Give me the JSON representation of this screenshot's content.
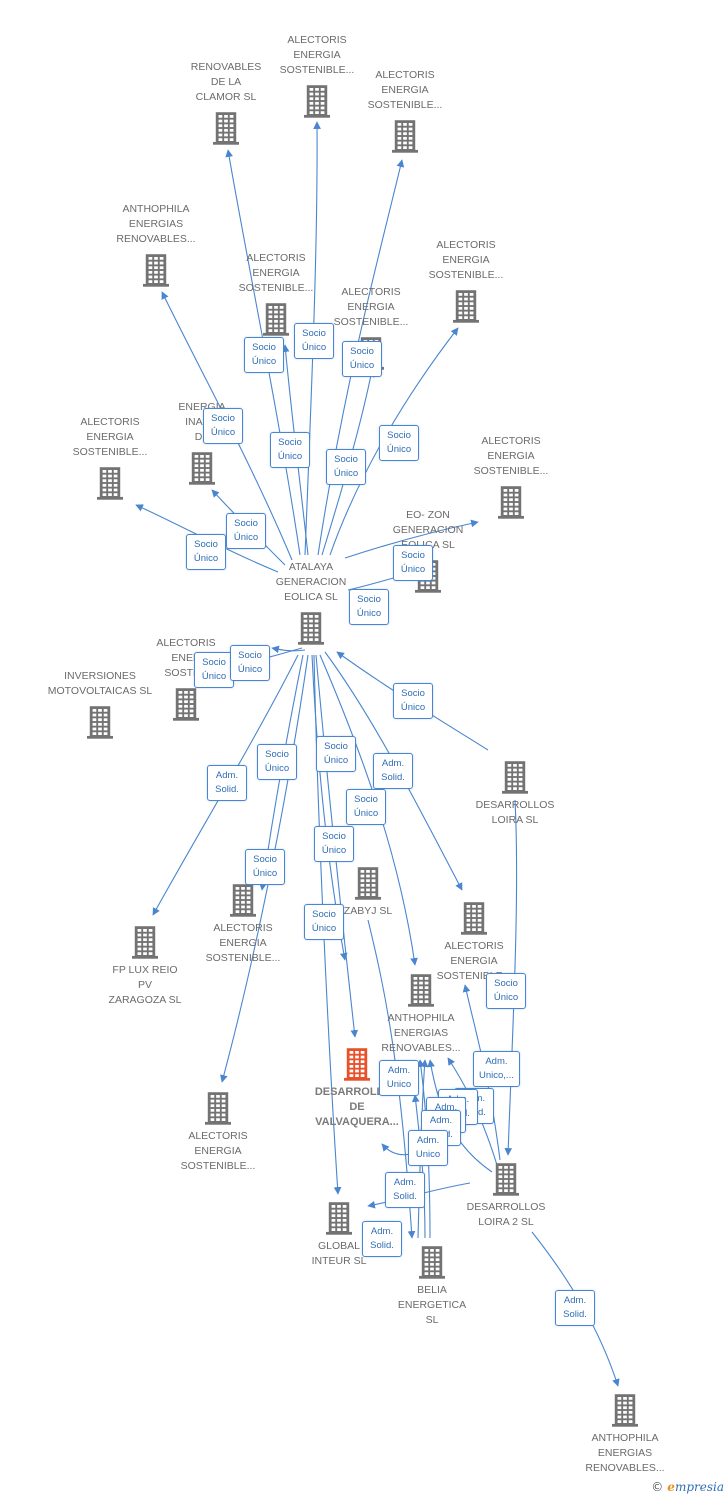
{
  "colors": {
    "node": "#737373",
    "focus": "#e8512a",
    "edge": "#4a86cf"
  },
  "icons": {
    "node": "building-icon"
  },
  "nodes": [
    {
      "id": "atalaya",
      "label": "ATALAYA\nGENERACION\nEOLICA  SL"
    },
    {
      "id": "renovables_clamor",
      "label": "RENOVABLES\nDE LA\nCLAMOR  SL"
    },
    {
      "id": "alectoris_1",
      "label": "ALECTORIS\nENERGIA\nSOSTENIBLE..."
    },
    {
      "id": "alectoris_2",
      "label": "ALECTORIS\nENERGIA\nSOSTENIBLE..."
    },
    {
      "id": "anthophila_1",
      "label": "ANTHOPHILA\nENERGIAS\nRENOVABLES..."
    },
    {
      "id": "alectoris_3",
      "label": "ALECTORIS\nENERGIA\nSOSTENIBLE..."
    },
    {
      "id": "alectoris_4",
      "label": "ALECTORIS\nENERGIA\nSOSTENIBLE..."
    },
    {
      "id": "alectoris_5",
      "label": "ALECTORIS\nENERGIA\nSOSTENIBLE..."
    },
    {
      "id": "energia_inago",
      "label": "ENERGIA\nINAGO\nDE"
    },
    {
      "id": "alectoris_6",
      "label": "ALECTORIS\nENERGIA\nSOSTENIBLE..."
    },
    {
      "id": "alectoris_7",
      "label": "ALECTORIS\nENERGIA\nSOSTENIBLE..."
    },
    {
      "id": "eo_zon",
      "label": "EO- ZON\nGENERACION\nEOLICA  SL"
    },
    {
      "id": "alectoris_8",
      "label": "ALECTORIS\nENER\nSOSTEN"
    },
    {
      "id": "inversiones",
      "label": "INVERSIONES\nMOTOVOLTAICAS SL"
    },
    {
      "id": "desarrollos_loira",
      "label": "DESARROLLOS\nLOIRA SL"
    },
    {
      "id": "fp_lux",
      "label": "FP LUX REIO\nPV\nZARAGOZA  SL"
    },
    {
      "id": "alectoris_9",
      "label": "ALECTORIS\nENERGIA\nSOSTENIBLE..."
    },
    {
      "id": "zabyj",
      "label": "ZABYJ SL"
    },
    {
      "id": "alectoris_10",
      "label": "ALECTORIS\nENERGIA\nSOSTENIBLE..."
    },
    {
      "id": "anthophila_2",
      "label": "ANTHOPHILA\nENERGIAS\nRENOVABLES..."
    },
    {
      "id": "valvaquera",
      "label": "DESARROLLOS\nDE\nVALVAQUERA...",
      "focus": true
    },
    {
      "id": "alectoris_11",
      "label": "ALECTORIS\nENERGIA\nSOSTENIBLE..."
    },
    {
      "id": "desarrollos_loira2",
      "label": "DESARROLLOS\nLOIRA 2  SL"
    },
    {
      "id": "global_inteur",
      "label": "GLOBAL\nINTEUR  SL"
    },
    {
      "id": "belia",
      "label": "BELIA\nENERGETICA\nSL"
    },
    {
      "id": "anthophila_3",
      "label": "ANTHOPHILA\nENERGIAS\nRENOVABLES..."
    }
  ],
  "badges": [
    "Socio\nÚnico",
    "Socio\nÚnico",
    "Socio\nÚnico",
    "Socio\nÚnico",
    "Socio\nÚnico",
    "Socio\nÚnico",
    "Socio\nÚnico",
    "Socio\nÚnico",
    "Socio\nÚnico",
    "Socio\nÚnico",
    "Socio\nÚnico",
    "Socio\nÚnico",
    "Socio\nÚnico",
    "Socio\nÚnico",
    "Adm.\nSolid.",
    "Socio\nÚnico",
    "Socio\nÚnico",
    "Adm.\nSolid.",
    "Socio\nÚnico",
    "Socio\nÚnico",
    "Socio\nÚnico",
    "Socio\nÚnico",
    "Socio\nÚnico",
    "Adm.\nUnico,...",
    "Adm.\nSolid.",
    "Adm.\nUnico",
    "Adm.\nSolid.",
    "Adm.\nUnico",
    "Adm.\nSolid.",
    "Adm.\nUnico",
    "Adm.\nSolid.",
    "Adm.\nSolid.",
    "Adm.\nSolid."
  ],
  "footer": {
    "copyright": "©",
    "brand_e": "e",
    "brand_rest": "mpresia"
  }
}
